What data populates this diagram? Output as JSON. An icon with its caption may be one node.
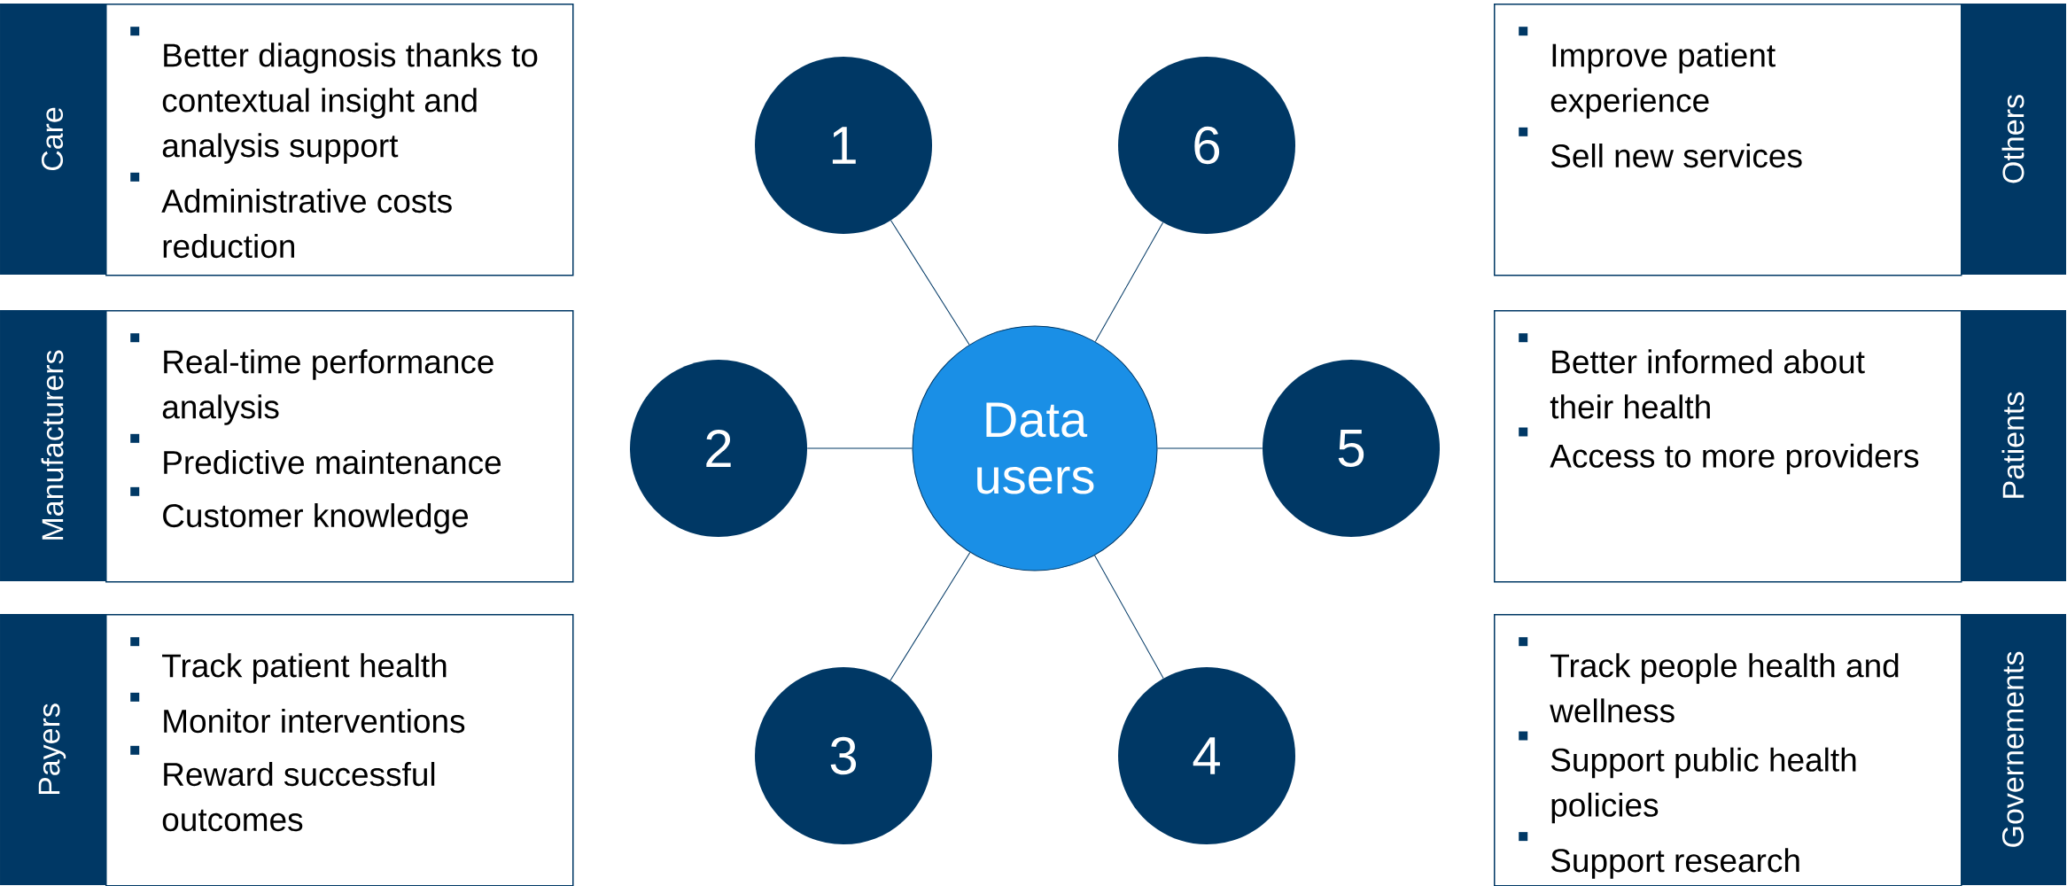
{
  "diagram": {
    "nodes": [
      {
        "text": [
          "Care",
          "Better diagnosis thanks to contextual insight and analysis support",
          "Administrative costs reduction"
        ]
      },
      {
        "text": [
          "Manufacturers",
          "Real-time performance analysis",
          "Predictive maintenance",
          "Customer knowledge"
        ]
      },
      {
        "text": [
          "Payers",
          "Track patient health",
          "Monitor interventions",
          "Reward successful outcomes"
        ]
      },
      {
        "text": [
          "Others",
          "Improve patient experience",
          "Sell new services"
        ]
      },
      {
        "text": [
          "Patients",
          "Better informed about their health",
          "Access to more providers"
        ]
      },
      {
        "text": [
          "Governements",
          "Track people health and wellness",
          "Support public health policies",
          "Support research"
        ]
      },
      {
        "text": [
          "1"
        ]
      },
      {
        "text": [
          "2"
        ]
      },
      {
        "text": [
          "3"
        ]
      },
      {
        "text": [
          "4"
        ]
      },
      {
        "text": [
          "5"
        ]
      },
      {
        "text": [
          "6"
        ]
      },
      {
        "text": [
          "Data users"
        ]
      }
    ],
    "edges": [
      {
        "from": 12,
        "to": 6,
        "arrow": "none"
      },
      {
        "from": 12,
        "to": 7,
        "arrow": "none"
      },
      {
        "from": 12,
        "to": 8,
        "arrow": "none"
      },
      {
        "from": 12,
        "to": 9,
        "arrow": "none"
      },
      {
        "from": 12,
        "to": 10,
        "arrow": "none"
      },
      {
        "from": 12,
        "to": 11,
        "arrow": "none"
      }
    ]
  }
}
